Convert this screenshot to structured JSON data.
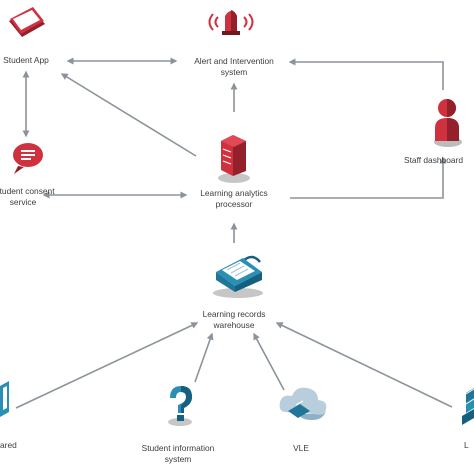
{
  "colors": {
    "arrow": "#8c939b",
    "red": "#d0313f",
    "darkred": "#93202b",
    "teal": "#2a8fb5",
    "darkteal": "#15607e",
    "text": "#3d3d3d"
  },
  "nodes": {
    "student_app": {
      "line1": "Student App",
      "line2": "",
      "icon": "tablet-icon"
    },
    "alert_system": {
      "line1": "Alert and Intervention",
      "line2": "system",
      "icon": "alarm-siren-icon"
    },
    "staff_dashboard": {
      "line1": "Staff dashboard",
      "line2": "",
      "icon": "staff-person-icon"
    },
    "consent_service": {
      "line1": "Student consent",
      "line2": "service",
      "icon": "speech-bubble-icon"
    },
    "analytics_processor": {
      "line1": "Learning analytics",
      "line2": "processor",
      "icon": "server-icon"
    },
    "records_warehouse": {
      "line1": "Learning records",
      "line2": "warehouse",
      "icon": "briefcase-icon"
    },
    "self_declared": {
      "line1": "ared",
      "line2": "",
      "icon": "document-icon"
    },
    "student_info": {
      "line1": "Student information",
      "line2": "system",
      "icon": "question-mark-icon"
    },
    "vle": {
      "line1": "VLE",
      "line2": "",
      "icon": "cloud-icon"
    },
    "library": {
      "line1": "L",
      "line2": "",
      "icon": "books-icon"
    }
  }
}
